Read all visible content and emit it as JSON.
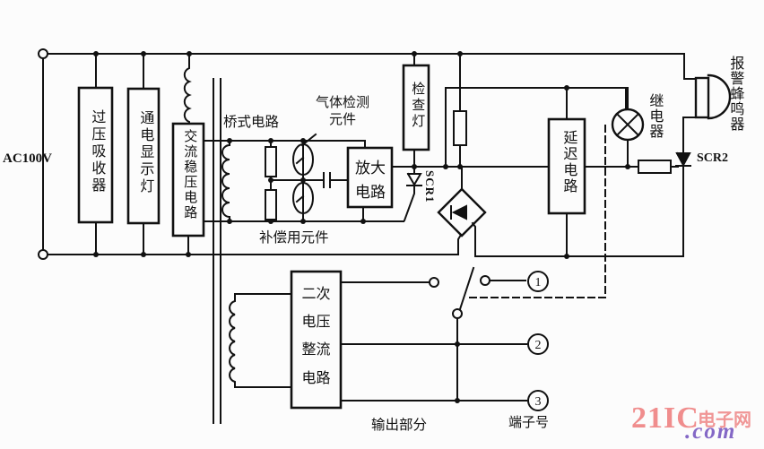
{
  "diagram": {
    "source_voltage": "AC100V",
    "blocks": {
      "surge_absorber": "过压吸收器",
      "power_indicator_lamp": "通电显示灯",
      "ac_voltage_stabilizer": "交流稳压电路",
      "amplifier": "放大电路",
      "check_lamp": "检查灯",
      "delay_circuit": "延迟电路",
      "secondary_rectifier": "二次电压整流电路"
    },
    "annotations": {
      "bridge_circuit": "桥式电路",
      "gas_sensor_element": "气体检测\n元件",
      "compensation_element": "补偿用元件",
      "scr1": "SCR1",
      "scr2": "SCR2",
      "relay": "继电器",
      "alarm_buzzer": "报警蜂鸣器",
      "output_section": "输出部分",
      "terminal_number": "端子号"
    },
    "terminals": [
      "1",
      "2",
      "3"
    ]
  },
  "watermark": {
    "brand": "21IC",
    "site": "电子网",
    "domain": ".com",
    "brand_color": "#f08d8d",
    "domain_color": "#8468c6"
  }
}
